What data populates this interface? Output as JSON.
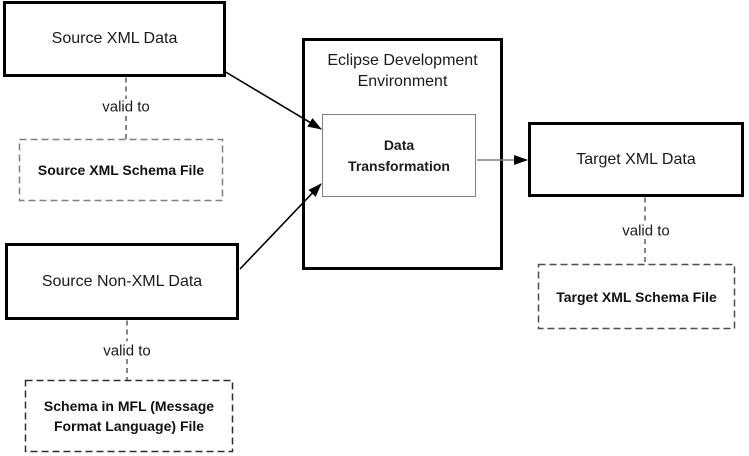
{
  "diagram": {
    "nodes": {
      "source_xml_data": {
        "label": "Source XML Data"
      },
      "source_xml_schema": {
        "label": "Source XML Schema File"
      },
      "source_nonxml_data": {
        "label": "Source Non-XML Data"
      },
      "mfl_schema": {
        "label": "Schema in MFL (Message Format Language) File"
      },
      "eclipse_environment": {
        "label": "Eclipse Development Environment"
      },
      "data_transformation": {
        "label": "Data Transformation"
      },
      "target_xml_data": {
        "label": "Target XML Data"
      },
      "target_xml_schema": {
        "label": "Target XML Schema File"
      }
    },
    "connectors": {
      "source_xml_valid_to": {
        "label": "valid to"
      },
      "source_nonxml_valid_to": {
        "label": "valid to"
      },
      "target_valid_to": {
        "label": "valid to"
      }
    },
    "colors": {
      "background": "#ffffff",
      "solid_box_border": "#000000",
      "inner_box_border": "#808080",
      "dashed_box_gray": "#808080",
      "dashed_box_dark": "#2e2e2e",
      "dashed_box_medium": "#4d4d4d",
      "arrow": "#000000",
      "arrow_gray_line": "#808080",
      "text": "#1a1a1a"
    }
  }
}
